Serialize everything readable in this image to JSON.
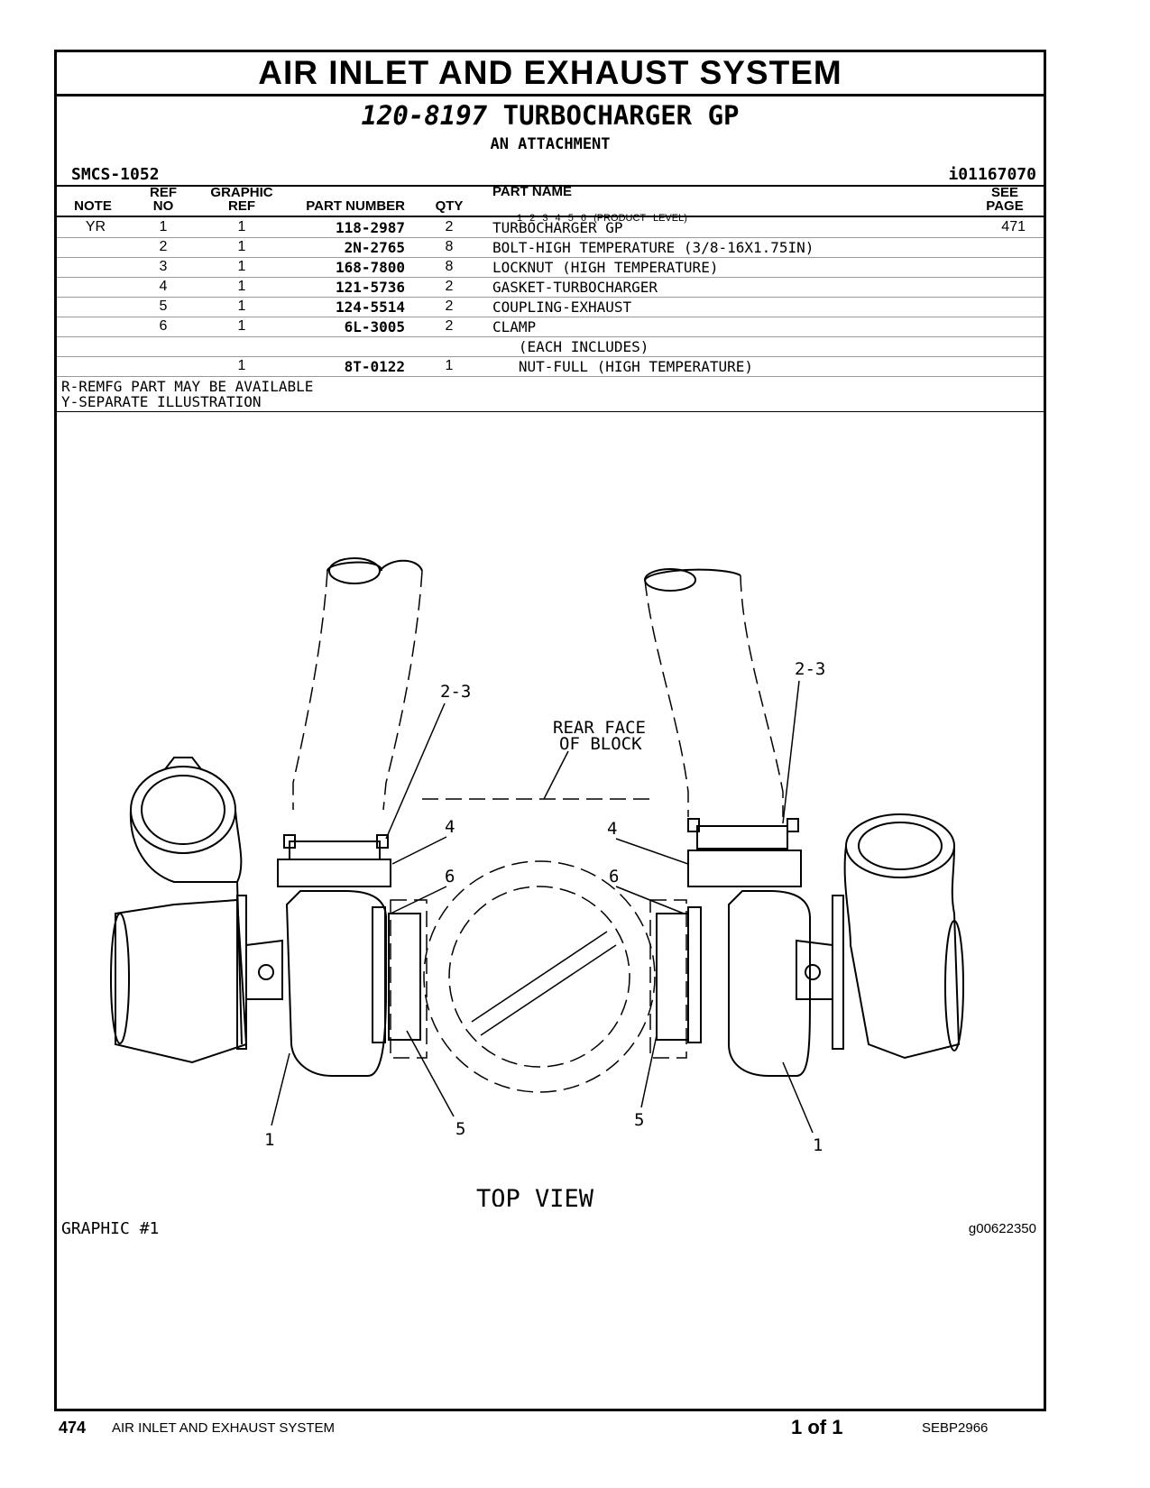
{
  "header": {
    "section_title": "AIR INLET AND EXHAUST SYSTEM",
    "group_number": "120-8197",
    "group_name": "TURBOCHARGER GP",
    "subtitle": "AN ATTACHMENT",
    "smcs": "SMCS-1052",
    "illustration_id": "i01167070"
  },
  "table": {
    "col_note": "NOTE",
    "col_ref_1": "REF",
    "col_ref_2": "NO",
    "col_graphic_1": "GRAPHIC",
    "col_graphic_2": "REF",
    "col_part_number": "PART NUMBER",
    "col_qty": "QTY",
    "col_part_name": "PART NAME",
    "product_levels": "1 2 3 4 5 6",
    "product_level_label": "(PRODUCT LEVEL)",
    "col_see_1": "SEE",
    "col_see_2": "PAGE",
    "rows": [
      {
        "note": "YR",
        "ref": "1",
        "graphic": "1",
        "part_number": "118-2987",
        "qty": "2",
        "name": "TURBOCHARGER GP",
        "see": "471"
      },
      {
        "note": "",
        "ref": "2",
        "graphic": "1",
        "part_number": "2N-2765",
        "qty": "8",
        "name": "BOLT-HIGH TEMPERATURE (3/8-16X1.75IN)",
        "see": ""
      },
      {
        "note": "",
        "ref": "3",
        "graphic": "1",
        "part_number": "168-7800",
        "qty": "8",
        "name": "LOCKNUT (HIGH TEMPERATURE)",
        "see": ""
      },
      {
        "note": "",
        "ref": "4",
        "graphic": "1",
        "part_number": "121-5736",
        "qty": "2",
        "name": "GASKET-TURBOCHARGER",
        "see": ""
      },
      {
        "note": "",
        "ref": "5",
        "graphic": "1",
        "part_number": "124-5514",
        "qty": "2",
        "name": "COUPLING-EXHAUST",
        "see": ""
      },
      {
        "note": "",
        "ref": "6",
        "graphic": "1",
        "part_number": "6L-3005",
        "qty": "2",
        "name": "CLAMP",
        "see": ""
      },
      {
        "note": "",
        "ref": "",
        "graphic": "",
        "part_number": "",
        "qty": "",
        "name": "   (EACH INCLUDES)",
        "see": ""
      },
      {
        "note": "",
        "ref": "",
        "graphic": "1",
        "part_number": "8T-0122",
        "qty": "1",
        "name": "   NUT-FULL (HIGH TEMPERATURE)",
        "see": ""
      }
    ]
  },
  "notes": {
    "note_r": "R-REMFG PART MAY BE AVAILABLE",
    "note_y": "Y-SEPARATE ILLUSTRATION"
  },
  "graphic": {
    "label": "GRAPHIC #1",
    "id": "g00622350",
    "view_label": "TOP VIEW",
    "rear_face_1": "REAR FACE",
    "rear_face_2": "OF BLOCK",
    "callout_23": "2-3",
    "callout_4": "4",
    "callout_6": "6",
    "callout_5": "5",
    "callout_1": "1"
  },
  "footer": {
    "page_number": "474",
    "section": "AIR INLET AND EXHAUST SYSTEM",
    "page_of": "1 of 1",
    "doc_number": "SEBP2966"
  }
}
